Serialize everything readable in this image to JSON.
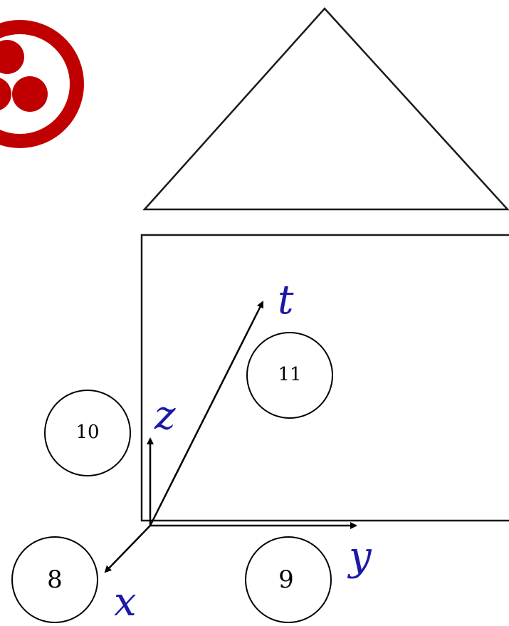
{
  "logo": {
    "name": "three dots in circle symbol",
    "color": "#c00000"
  },
  "axes": {
    "color": "#1a1aa6",
    "labels": {
      "t": "t",
      "z": "z",
      "y": "y",
      "x": "x"
    }
  },
  "circles": {
    "c8": "8",
    "c9": "9",
    "c10": "10",
    "c11": "11"
  }
}
